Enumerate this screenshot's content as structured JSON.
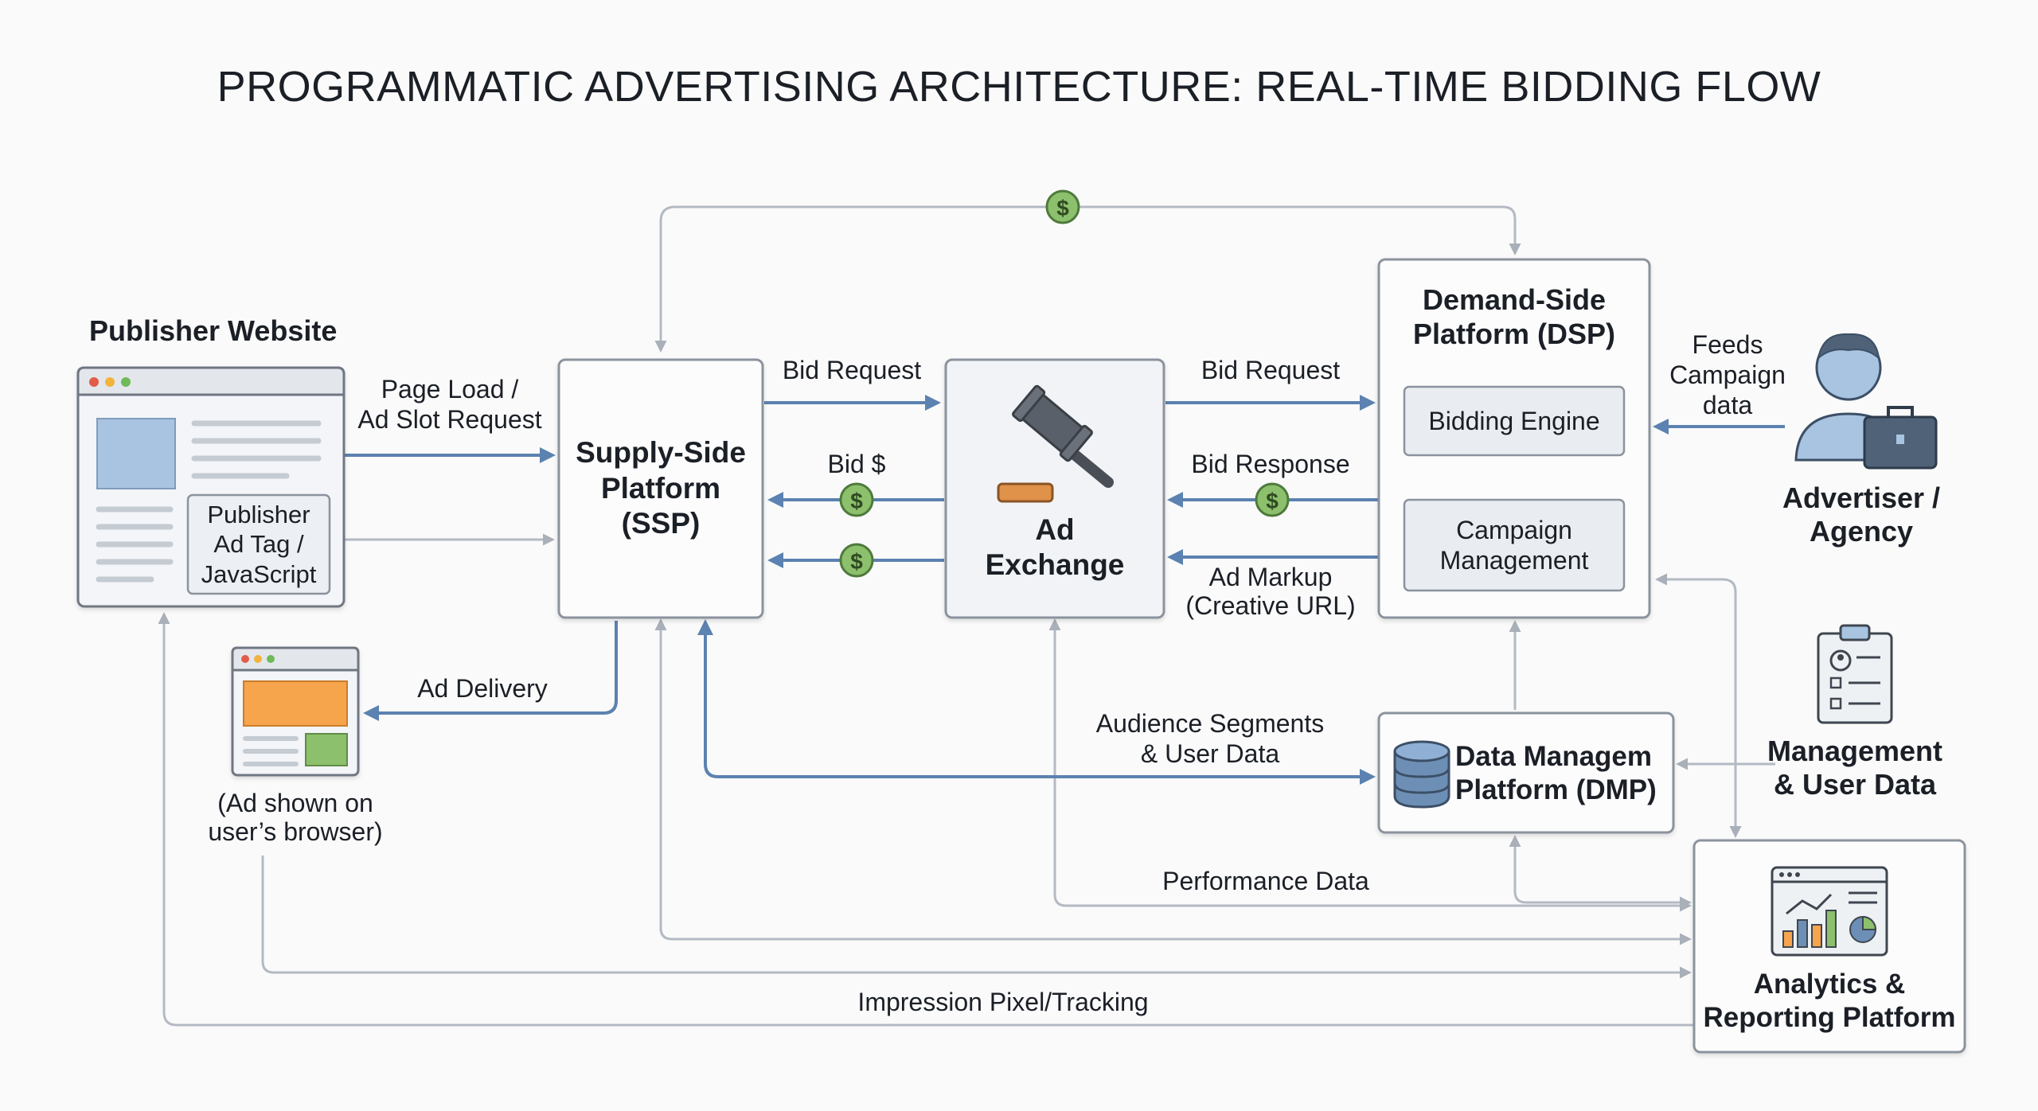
{
  "title": "PROGRAMMATIC ADVERTISING ARCHITECTURE: REAL-TIME BIDDING FLOW",
  "nodes": {
    "publisher": {
      "heading": "Publisher Website",
      "tag_line1": "Publisher",
      "tag_line2": "Ad Tag /",
      "tag_line3": "JavaScript"
    },
    "ssp": {
      "line1": "Supply-Side",
      "line2": "Platform",
      "line3": "(SSP)"
    },
    "exchange": {
      "line1": "Ad",
      "line2": "Exchange"
    },
    "dsp": {
      "line1": "Demand-Side",
      "line2": "Platform (DSP)",
      "bidding_engine": "Bidding Engine",
      "campaign_line1": "Campaign",
      "campaign_line2": "Management"
    },
    "dmp": {
      "line1": "Data Managem",
      "line2": "Platform (DMP)"
    },
    "analytics": {
      "line1": "Analytics &",
      "line2": "Reporting Platform"
    },
    "advertiser": {
      "line1": "Advertiser /",
      "line2": "Agency"
    },
    "mgmt_data": {
      "line1": "Management",
      "line2": "& User Data"
    },
    "browser": {
      "line1": "(Ad shown on",
      "line2": "user’s browser)"
    }
  },
  "edges": {
    "page_load_1": "Page Load /",
    "page_load_2": "Ad Slot Request",
    "ssp_bid_request": "Bid Request",
    "bid_dollar": "Bid $",
    "dsp_bid_request": "Bid Request",
    "bid_response": "Bid Response",
    "ad_markup_1": "Ad Markup",
    "ad_markup_2": "(Creative URL)",
    "feeds_1": "Feeds",
    "feeds_2": "Campaign",
    "feeds_3": "data",
    "ad_delivery": "Ad Delivery",
    "audience_1": "Audience Segments",
    "audience_2": "& User Data",
    "performance": "Performance Data",
    "impression": "Impression Pixel/Tracking"
  },
  "icons": {
    "money": "dollar-coin-icon",
    "gavel": "gavel-icon",
    "database": "database-icon",
    "person": "person-with-briefcase-icon",
    "clipboard": "clipboard-icon",
    "chart": "analytics-chart-icon"
  },
  "colors": {
    "flow_arrow": "#5b82b0",
    "return_line": "#b4bac3",
    "box_border": "#8b939d",
    "coin": "#8dc06c",
    "orange": "#f7a54d",
    "green": "#8dc06c",
    "blue_block": "#a8c4e0"
  }
}
